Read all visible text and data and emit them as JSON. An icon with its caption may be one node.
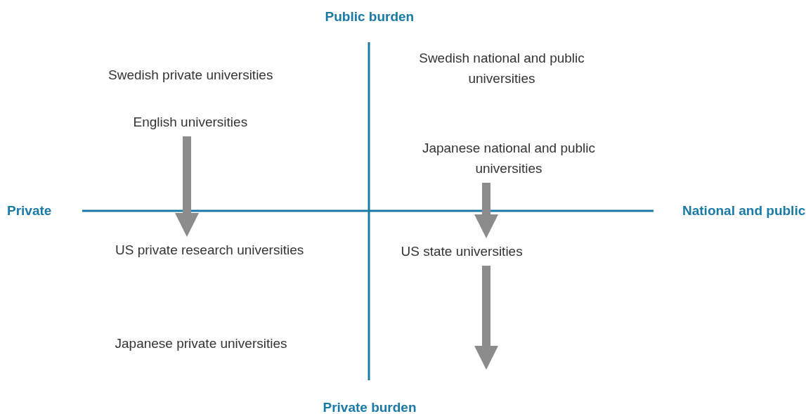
{
  "diagram": {
    "nodes": [
      {
        "text": [
          "Swedish private universities"
        ]
      },
      {
        "text": [
          "English universities"
        ]
      },
      {
        "text": [
          "US private research universities"
        ]
      },
      {
        "text": [
          "Japanese private universities"
        ]
      },
      {
        "text": [
          "Swedish national and public universities"
        ]
      },
      {
        "text": [
          "Japanese national and public universities"
        ]
      },
      {
        "text": [
          "US state universities"
        ]
      }
    ],
    "edges": [
      {
        "from": 1,
        "to": 2,
        "arrow": "to"
      },
      {
        "from": 5,
        "to": 6,
        "arrow": "to"
      },
      {
        "from": 6,
        "to": null,
        "arrow": "to"
      }
    ],
    "labels": [
      "Public burden",
      "Private",
      "National and public",
      "Private burden"
    ]
  }
}
